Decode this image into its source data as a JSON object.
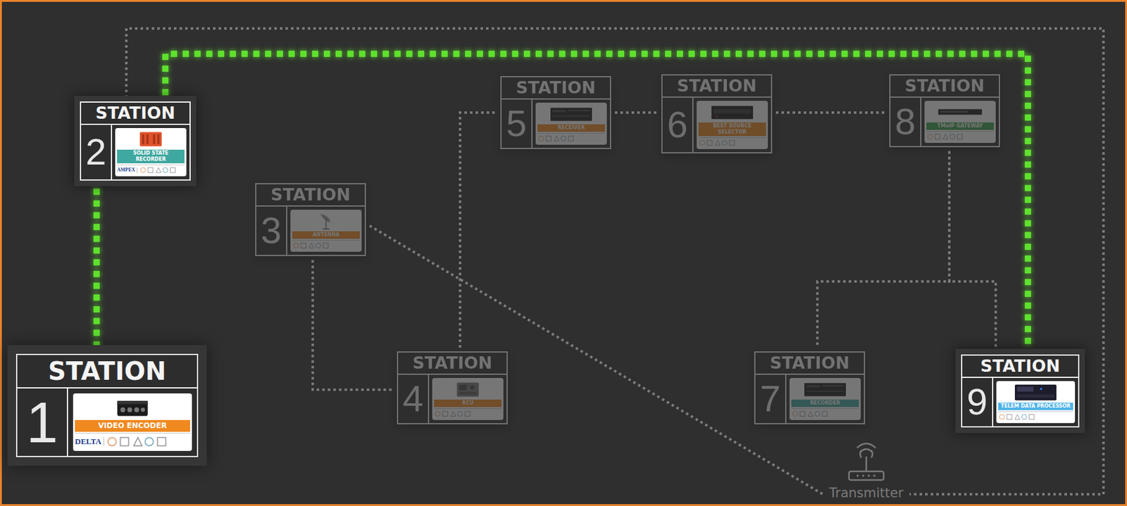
{
  "diagram": {
    "nodes": [
      {
        "text": [
          "STATION",
          "1",
          "VIDEO ENCODER"
        ]
      },
      {
        "text": [
          "STATION",
          "2",
          "SOLID STATE RECORDER"
        ]
      },
      {
        "text": [
          "STATION",
          "3",
          "ANTENNA"
        ]
      },
      {
        "text": [
          "STATION",
          "4",
          "RCU"
        ]
      },
      {
        "text": [
          "STATION",
          "5",
          "RECEIVER"
        ]
      },
      {
        "text": [
          "STATION",
          "6",
          "BEST SOURCE SELECTOR"
        ]
      },
      {
        "text": [
          "STATION",
          "7",
          "RECORDER"
        ]
      },
      {
        "text": [
          "STATION",
          "8",
          "TMoIP GATEWAY"
        ]
      },
      {
        "text": [
          "STATION",
          "9",
          "TELEM DATA PROCESSOR"
        ]
      },
      {
        "text": [
          "Transmitter"
        ]
      }
    ],
    "edges": [
      {
        "from": 0,
        "to": 1,
        "arrow": "none"
      },
      {
        "from": 1,
        "to": 8,
        "arrow": "none"
      },
      {
        "from": 1,
        "to": 9,
        "arrow": "none"
      },
      {
        "from": 2,
        "to": 9,
        "arrow": "none"
      },
      {
        "from": 2,
        "to": 3,
        "arrow": "none"
      },
      {
        "from": 3,
        "to": 4,
        "arrow": "none"
      },
      {
        "from": 4,
        "to": 5,
        "arrow": "none"
      },
      {
        "from": 5,
        "to": 7,
        "arrow": "none"
      },
      {
        "from": 7,
        "to": 6,
        "arrow": "none"
      },
      {
        "from": 7,
        "to": 8,
        "arrow": "none"
      }
    ],
    "labels": [
      "DELTA",
      "AMPEX"
    ]
  }
}
